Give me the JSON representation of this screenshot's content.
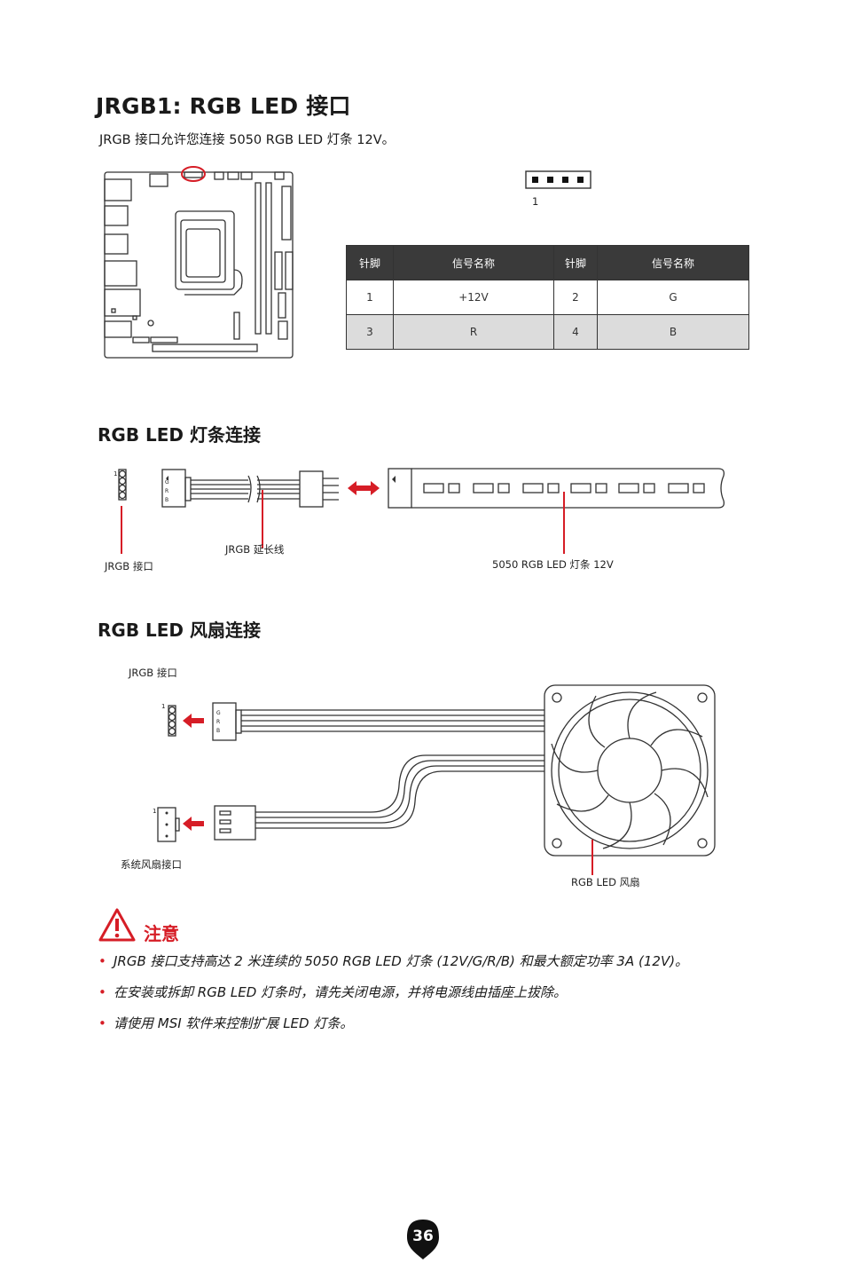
{
  "heading": "JRGB1: RGB LED 接口",
  "intro": "JRGB 接口允许您连接 5050 RGB LED 灯条 12V。",
  "header_pin_label": "1",
  "pin_table": {
    "headers": [
      "针脚",
      "信号名称",
      "针脚",
      "信号名称"
    ],
    "rows": [
      [
        "1",
        "+12V",
        "2",
        "G"
      ],
      [
        "3",
        "R",
        "4",
        "B"
      ]
    ]
  },
  "strip_section": {
    "title": "RGB LED 灯条连接",
    "jrgb_label": "JRGB 接口",
    "cable_label": "JRGB 延长线",
    "strip_label": "5050 RGB LED 灯条 12V",
    "pin1": "1",
    "grb": [
      "G",
      "R",
      "B"
    ]
  },
  "fan_section": {
    "title": "RGB LED 风扇连接",
    "jrgb_label": "JRGB 接口",
    "sysfan_label": "系统风扇接口",
    "fan_label": "RGB LED 风扇",
    "pin1_top": "1",
    "pin1_bottom": "1",
    "grb": [
      "G",
      "R",
      "B"
    ]
  },
  "warning": {
    "title": "注意",
    "items": [
      "JRGB 接口支持高达 2 米连续的 5050 RGB LED 灯条 (12V/G/R/B) 和最大额定功率 3A (12V)。",
      "在安装或拆卸 RGB LED 灯条时，请先关闭电源，并将电源线由插座上拔除。",
      "请使用 MSI 软件来控制扩展 LED 灯条。"
    ]
  },
  "page_number": "36",
  "colors": {
    "accent": "#d61d26",
    "table_header": "#3a3a3a",
    "row_shade": "#dcdcdc"
  }
}
